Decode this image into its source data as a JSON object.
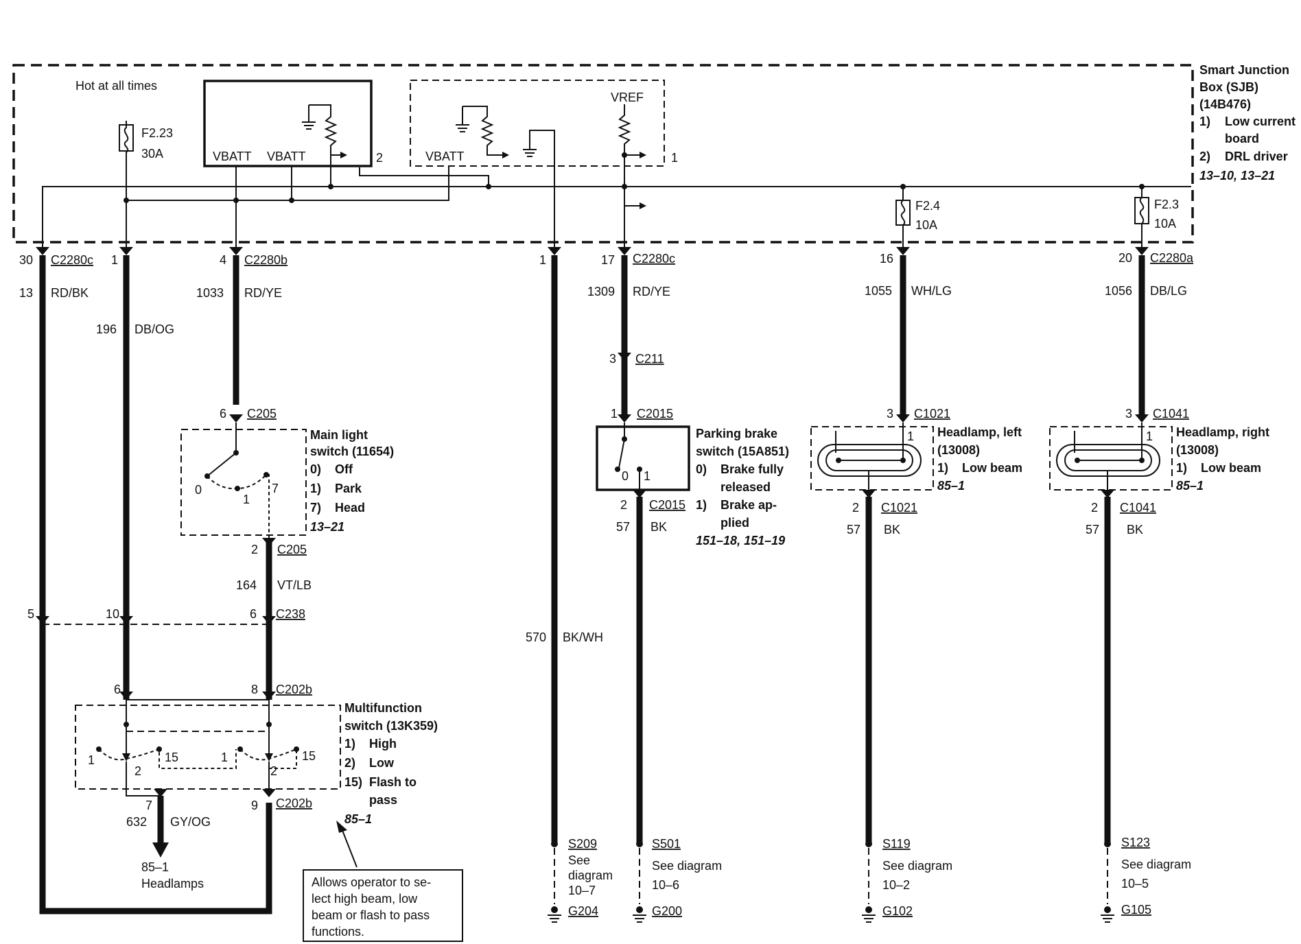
{
  "sjb": {
    "title1": "Smart Junction",
    "title2": "Box (SJB)",
    "title3": "(14B476)",
    "item1a": "1)",
    "item1b": "Low current",
    "item1c": "board",
    "item2a": "2)",
    "item2b": "DRL driver",
    "ref": "13–10, 13–21",
    "hot": "Hot at all times",
    "fuse223": "F2.23",
    "fuse223_amp": "30A",
    "vbatt1": "VBATT",
    "vbatt2": "VBATT",
    "vbatt3": "VBATT",
    "vref": "VREF",
    "mod2": "2",
    "mod1": "1",
    "fuse24": "F2.4",
    "fuse24_amp": "10A",
    "fuse23": "F2.3",
    "fuse23_amp": "10A"
  },
  "connectors": {
    "c2280c_pin30": "30",
    "c2280c": "C2280c",
    "pin1a": "1",
    "c2280b_pin4": "4",
    "c2280b": "C2280b",
    "pin1b": "1",
    "c2280c2_pin17": "17",
    "c2280c2": "C2280c",
    "pin16": "16",
    "pin20": "20",
    "c2280a": "C2280a",
    "c211_pin": "3",
    "c211": "C211",
    "c205_top_pin": "6",
    "c205_top": "C205",
    "c2015_top_pin": "1",
    "c2015_top": "C2015",
    "c1021_top_pin": "3",
    "c1021_top": "C1021",
    "c1041_top_pin": "3",
    "c1041_top": "C1041",
    "c205_bot_pin": "2",
    "c205_bot": "C205",
    "c2015_bot_pin": "2",
    "c2015_bot": "C2015",
    "c1021_bot_pin": "2",
    "c1021_bot": "C1021",
    "c1041_bot_pin": "2",
    "c1041_bot": "C1041",
    "c238_p5": "5",
    "c238_p10": "10",
    "c238_p6": "6",
    "c238": "C238",
    "c202b_top_p6": "6",
    "c202b_top_p8": "8",
    "c202b_top": "C202b",
    "c202b_bot_p7": "7",
    "c202b_bot_p9": "9",
    "c202b_bot": "C202b"
  },
  "wires": {
    "w13": "13",
    "w13c": "RD/BK",
    "w196": "196",
    "w196c": "DB/OG",
    "w1033": "1033",
    "w1033c": "RD/YE",
    "w1309": "1309",
    "w1309c": "RD/YE",
    "w1055": "1055",
    "w1055c": "WH/LG",
    "w1056": "1056",
    "w1056c": "DB/LG",
    "w164": "164",
    "w164c": "VT/LB",
    "w570": "570",
    "w570c": "BK/WH",
    "w57a": "57",
    "w57ac": "BK",
    "w57b": "57",
    "w57bc": "BK",
    "w57c": "57",
    "w57cc": "BK",
    "w632": "632",
    "w632c": "GY/OG"
  },
  "mainlight": {
    "t1": "Main light",
    "t2": "switch (11654)",
    "o0a": "0)",
    "o0b": "Off",
    "o1a": "1)",
    "o1b": "Park",
    "o7a": "7)",
    "o7b": "Head",
    "ref": "13–21",
    "pos0": "0",
    "pos1": "1",
    "pos7": "7"
  },
  "parking": {
    "t1": "Parking brake",
    "t2": "switch (15A851)",
    "o0a": "0)",
    "o0b": "Brake fully",
    "o0c": "released",
    "o1a": "1)",
    "o1b": "Brake ap-",
    "o1c": "plied",
    "ref": "151–18, 151–19",
    "pos0": "0",
    "pos1": "1"
  },
  "hl_left": {
    "t1": "Headlamp, left",
    "t2": "(13008)",
    "o1a": "1)",
    "o1b": "Low beam",
    "ref": "85–1",
    "pin": "1"
  },
  "hl_right": {
    "t1": "Headlamp, right",
    "t2": "(13008)",
    "o1a": "1)",
    "o1b": "Low beam",
    "ref": "85–1",
    "pin": "1"
  },
  "multifunction": {
    "t1": "Multifunction",
    "t2": "switch (13K359)",
    "o1a": "1)",
    "o1b": "High",
    "o2a": "2)",
    "o2b": "Low",
    "o15a": "15)",
    "o15b": "Flash to",
    "o15c": "pass",
    "ref": "85–1",
    "p1a": "1",
    "p2a": "2",
    "p15a": "15",
    "p1b": "1",
    "p2b": "2",
    "p15b": "15"
  },
  "headlamps_ref": {
    "ref": "85–1",
    "label": "Headlamps"
  },
  "note": {
    "l1": "Allows operator to se-",
    "l2": "lect high beam, low",
    "l3": "beam or flash to pass",
    "l4": "functions."
  },
  "grounds": {
    "s209": "S209",
    "s209_see": "See",
    "s209_d": "diagram",
    "s209_n": "10–7",
    "g204": "G204",
    "s501": "S501",
    "s501_see": "See diagram",
    "s501_n": "10–6",
    "g200": "G200",
    "s119": "S119",
    "s119_see": "See diagram",
    "s119_n": "10–2",
    "g102": "G102",
    "s123": "S123",
    "s123_see": "See diagram",
    "s123_n": "10–5",
    "g105": "G105"
  }
}
